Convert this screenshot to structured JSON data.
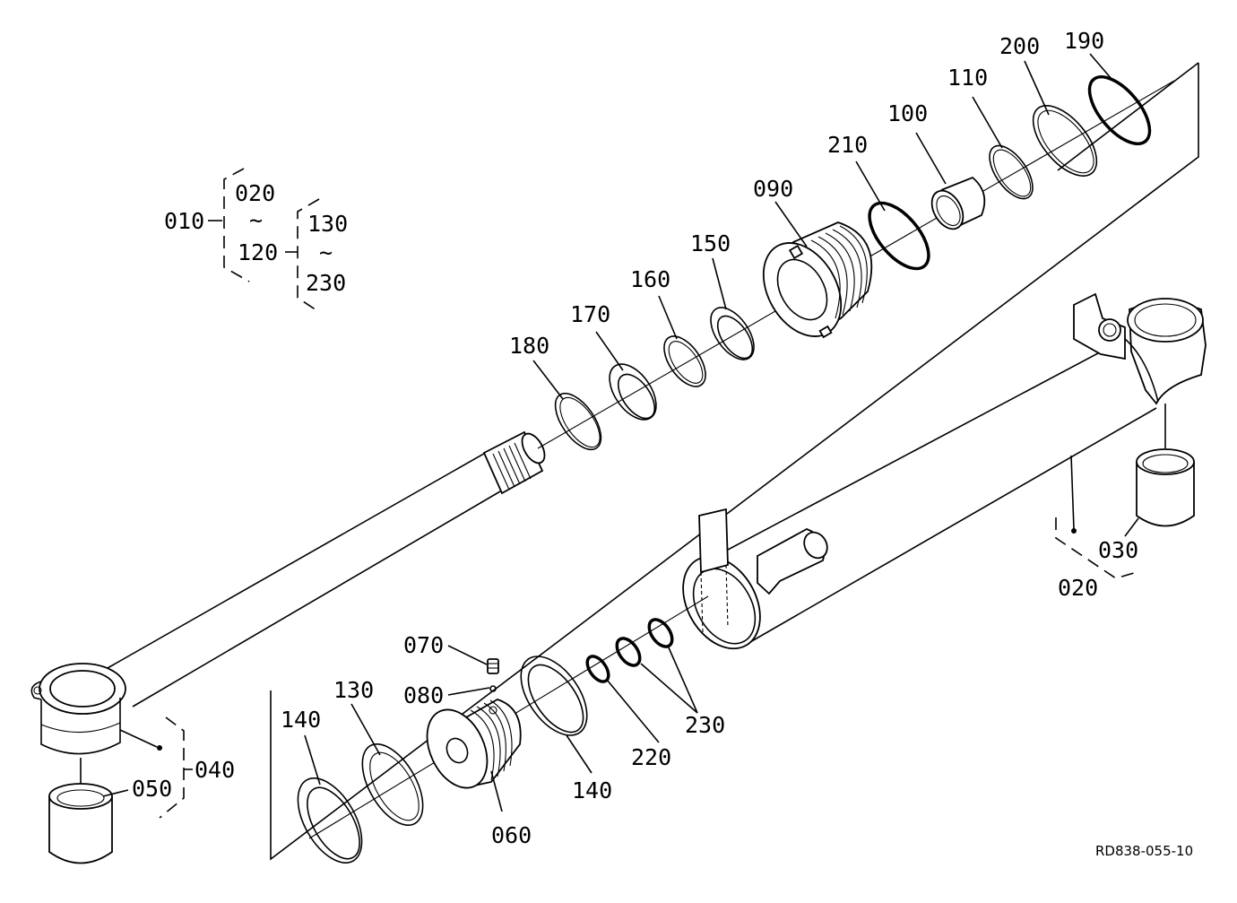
{
  "diagram": {
    "reference": "RD838-055-10",
    "bracket": {
      "top_label": "010",
      "group1": {
        "from": "020",
        "to": "120"
      },
      "group2": {
        "from": "130",
        "to": "230"
      },
      "tilde": "~"
    },
    "callouts": [
      {
        "id": "c190",
        "text": "190"
      },
      {
        "id": "c200",
        "text": "200"
      },
      {
        "id": "c110",
        "text": "110"
      },
      {
        "id": "c100",
        "text": "100"
      },
      {
        "id": "c210",
        "text": "210"
      },
      {
        "id": "c090",
        "text": "090"
      },
      {
        "id": "c150",
        "text": "150"
      },
      {
        "id": "c160",
        "text": "160"
      },
      {
        "id": "c170",
        "text": "170"
      },
      {
        "id": "c180",
        "text": "180"
      },
      {
        "id": "c030",
        "text": "030"
      },
      {
        "id": "c020",
        "text": "020"
      },
      {
        "id": "c070",
        "text": "070"
      },
      {
        "id": "c080",
        "text": "080"
      },
      {
        "id": "c130",
        "text": "130"
      },
      {
        "id": "c140a",
        "text": "140"
      },
      {
        "id": "c140b",
        "text": "140"
      },
      {
        "id": "c060",
        "text": "060"
      },
      {
        "id": "c220",
        "text": "220"
      },
      {
        "id": "c230",
        "text": "230"
      },
      {
        "id": "c040",
        "text": "040"
      },
      {
        "id": "c050",
        "text": "050"
      }
    ]
  }
}
